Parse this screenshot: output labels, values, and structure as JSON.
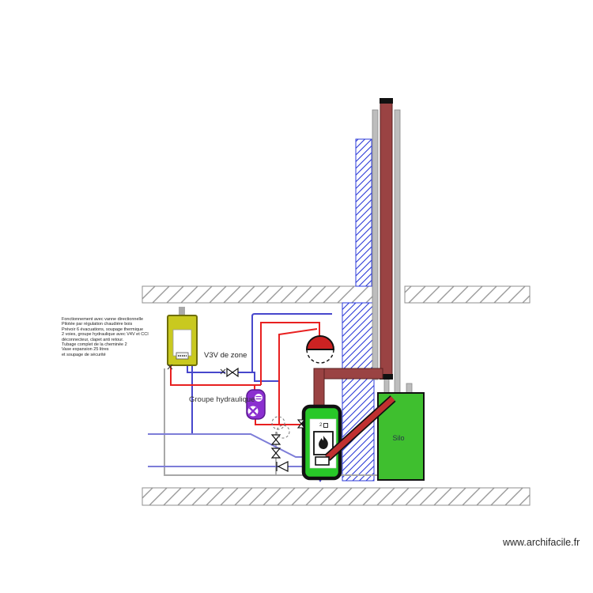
{
  "annotation": {
    "lines": [
      "Fonctionnement avec vanne directionnelle",
      "Pilotée par régulation chaudière bois",
      "Prévoir 6 évacuations, soupage thermique",
      "2 voies, groupe hydraulique avec V4V et CCI",
      "déconnecteur, clapet anti retour.",
      "Tubage complet de la cheminée 2",
      "Vase expansion 25 litres",
      " et soupage de sécurité"
    ]
  },
  "labels": {
    "zone_valve": "V3V de zone",
    "hydraulic_group": "Groupe hydraulique",
    "silo": "Silo",
    "boiler_badge": "2"
  },
  "watermark": "www.archifacile.fr",
  "colors": {
    "hot_pipe": "#e82020",
    "return_pipe": "#4747cc",
    "secondary_pipe": "#7d7dd8",
    "neutral_pipe": "#a8a8a8",
    "flue": "#9a4343",
    "wall_hatch": "#2d3bd8",
    "floor_hatch": "#9a9a9a",
    "boiler_green": "#28c828",
    "silo_green": "#3fbf2f",
    "tank_yellow": "#c9c91f",
    "pump_purple": "#8b2fd0",
    "vessel_red": "#cc2222"
  }
}
